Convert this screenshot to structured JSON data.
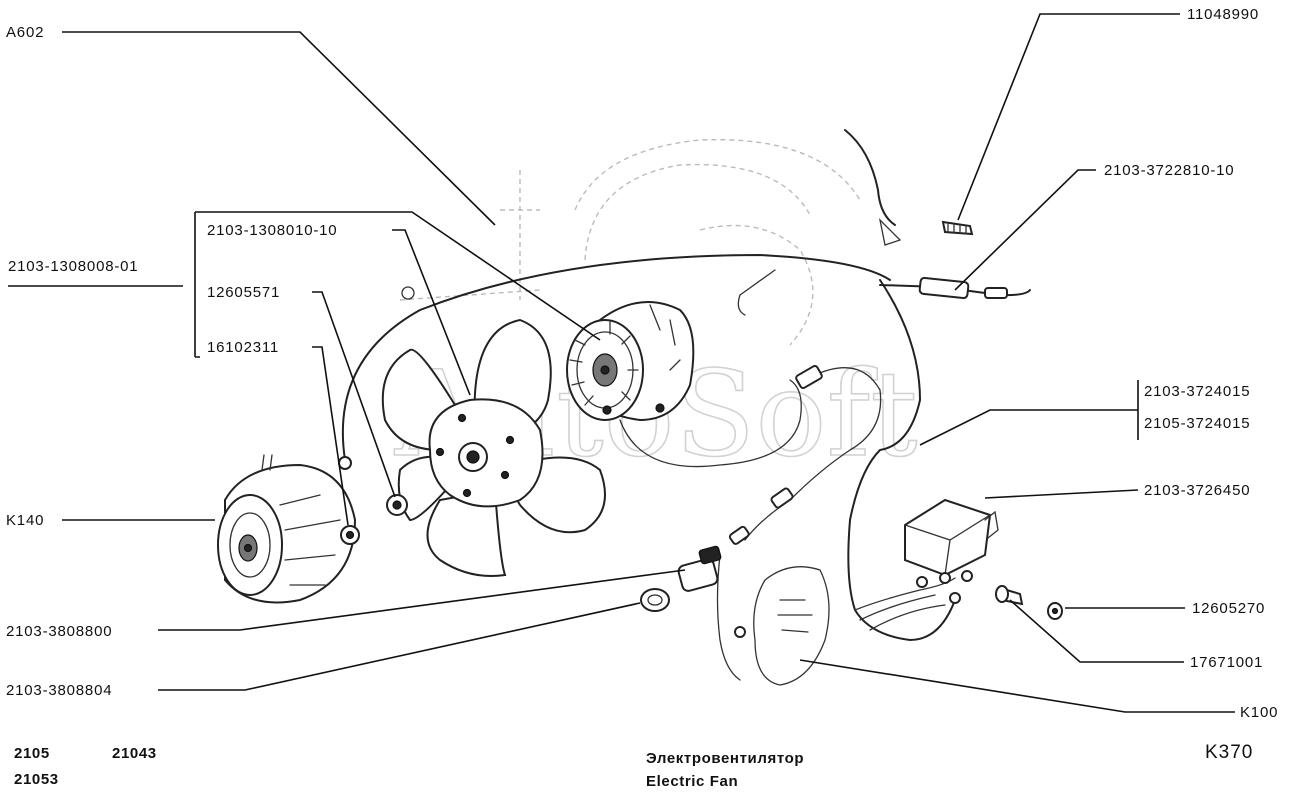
{
  "watermark": "AutoSoft",
  "callouts": [
    {
      "id": "a602",
      "text": "A602"
    },
    {
      "id": "p11048990",
      "text": "11048990"
    },
    {
      "id": "p2103_3722810_10",
      "text": "2103-3722810-10"
    },
    {
      "id": "p2103_1308010_10",
      "text": "2103-1308010-10"
    },
    {
      "id": "p2103_1308008_01",
      "text": "2103-1308008-01"
    },
    {
      "id": "p12605571",
      "text": "12605571"
    },
    {
      "id": "p16102311",
      "text": "16102311"
    },
    {
      "id": "p2103_3724015",
      "text": "2103-3724015"
    },
    {
      "id": "p2105_3724015",
      "text": "2105-3724015"
    },
    {
      "id": "k140",
      "text": "K140"
    },
    {
      "id": "p2103_3726450",
      "text": "2103-3726450"
    },
    {
      "id": "p12605270",
      "text": "12605270"
    },
    {
      "id": "p2103_3808800",
      "text": "2103-3808800"
    },
    {
      "id": "p17671001",
      "text": "17671001"
    },
    {
      "id": "p2103_3808804",
      "text": "2103-3808804"
    },
    {
      "id": "k100",
      "text": "K100"
    }
  ],
  "footer": {
    "models_row1_a": "2105",
    "models_row1_b": "21043",
    "models_row2": "21053",
    "title_ru": "Электровентилятор",
    "title_en": "Electric Fan",
    "page_code": "K370"
  }
}
